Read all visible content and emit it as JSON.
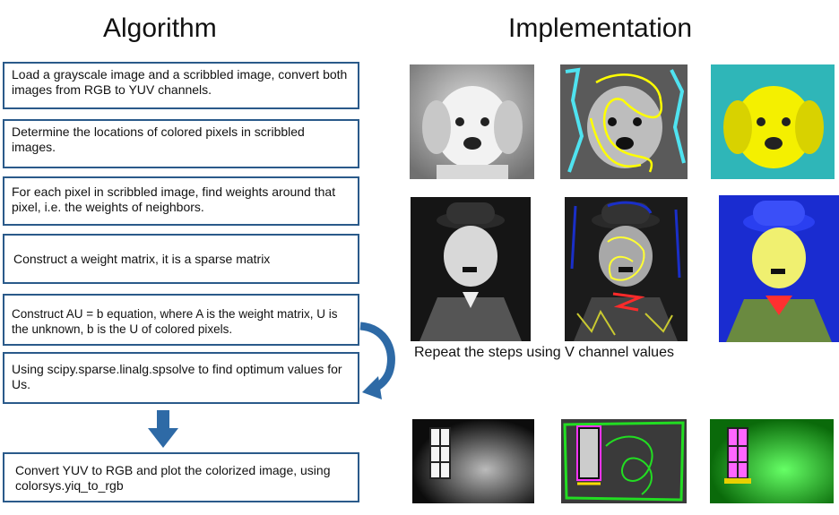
{
  "headings": {
    "algorithm": "Algorithm",
    "implementation": "Implementation"
  },
  "steps": [
    "Load a grayscale image and a scribbled image, convert both images from RGB to YUV channels.",
    "Determine the locations of colored pixels in scribbled images.",
    "For each pixel in scribbled image, find weights around that pixel, i.e. the weights of neighbors.",
    "Construct a weight matrix, it is a sparse matrix",
    "Construct AU = b equation, where A is the weight matrix, U is the unknown, b is the U of colored pixels.",
    "Using scipy.sparse.linalg.spsolve to find optimum values for Us.",
    "Convert YUV to RGB and plot the colorized image, using colorsys.yiq_to_rgb"
  ],
  "repeat_note": "Repeat the steps using V channel values",
  "images": [
    {
      "icon": "puppy-grayscale-photo"
    },
    {
      "icon": "puppy-scribbled-photo"
    },
    {
      "icon": "puppy-colorized-photo"
    },
    {
      "icon": "chaplin-grayscale-photo"
    },
    {
      "icon": "chaplin-scribbled-photo"
    },
    {
      "icon": "chaplin-colorized-photo"
    },
    {
      "icon": "window-grayscale-photo"
    },
    {
      "icon": "window-scribbled-photo"
    },
    {
      "icon": "window-colorized-photo"
    }
  ],
  "colors": {
    "box_border": "#2a5a8a",
    "arrow": "#2e6aa6"
  }
}
